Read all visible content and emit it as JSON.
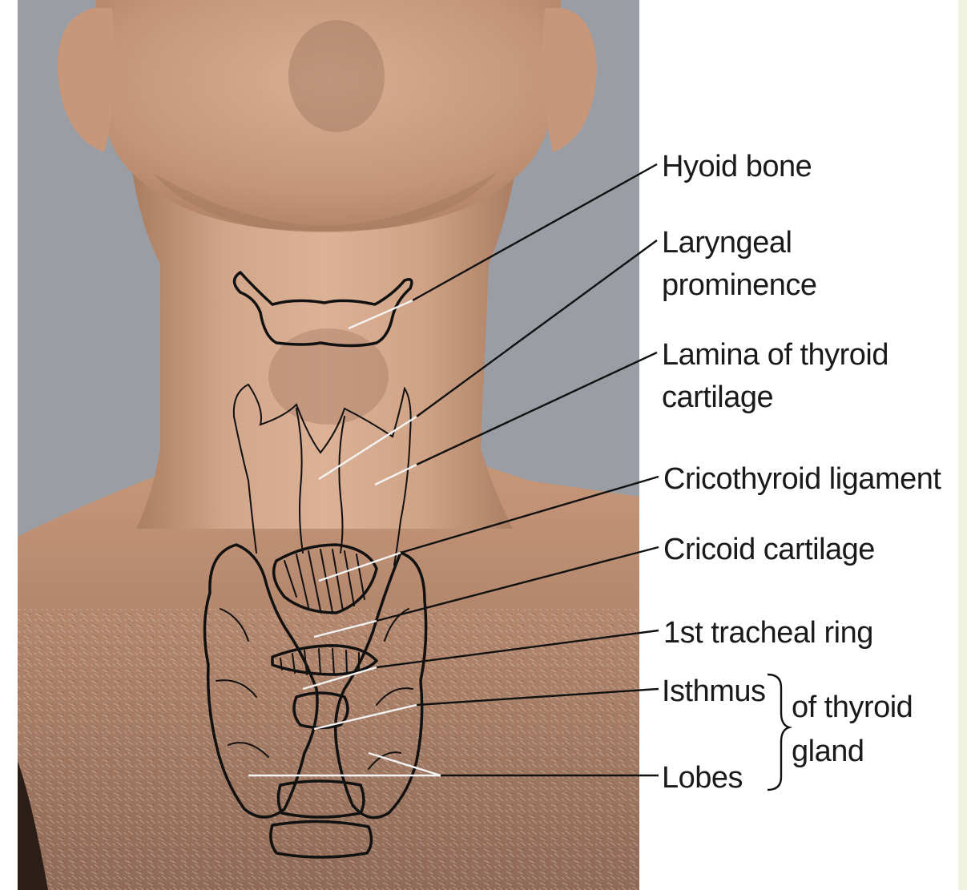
{
  "labels": {
    "hyoid_bone": "Hyoid bone",
    "laryngeal_line1": "Laryngeal",
    "laryngeal_line2": "prominence",
    "lamina_line1": "Lamina of thyroid",
    "lamina_line2": "cartilage",
    "cricothyroid_ligament": "Cricothyroid ligament",
    "cricoid_cartilage": "Cricoid cartilage",
    "first_tracheal_ring": "1st tracheal ring",
    "isthmus": "Isthmus",
    "lobes": "Lobes",
    "of_thyroid": "of thyroid",
    "gland": "gland"
  },
  "colors": {
    "photo_background": "#9a9da3",
    "skin": "#c99c80",
    "skin_shadow": "#a67a60",
    "chest_hair": "#8a6a58",
    "side_strip": "#eef2df",
    "label_text": "#1a1a1a"
  }
}
